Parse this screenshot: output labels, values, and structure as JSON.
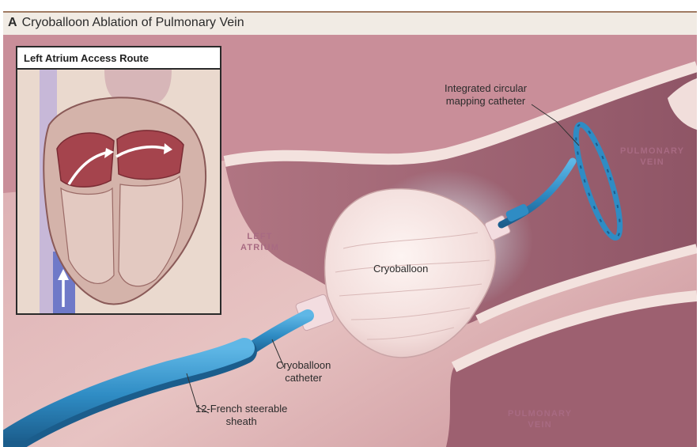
{
  "figure": {
    "panel_letter": "A",
    "panel_title": "Cryoballoon Ablation of Pulmonary Vein"
  },
  "inset": {
    "title": "Left Atrium Access Route"
  },
  "labels": {
    "mapping_catheter": [
      "Integrated circular",
      "mapping catheter"
    ],
    "cryoballoon": "Cryoballoon",
    "cryoballoon_catheter": [
      "Cryoballoon",
      "catheter"
    ],
    "sheath": [
      "12-French steerable",
      "sheath"
    ]
  },
  "regions": {
    "left_atrium": [
      "LEFT",
      "ATRIUM"
    ],
    "pulmonary_vein_upper": [
      "PULMONARY",
      "VEIN"
    ],
    "pulmonary_vein_lower": [
      "PULMONARY",
      "VEIN"
    ]
  },
  "colors": {
    "tissue": "#d8aab0",
    "tissue_dark": "#b0707e",
    "vein_wall": "#f1dedb",
    "balloon": "#f6e8e6",
    "catheter_blue": "#2f8cc4",
    "region_text": "#a86a82"
  }
}
